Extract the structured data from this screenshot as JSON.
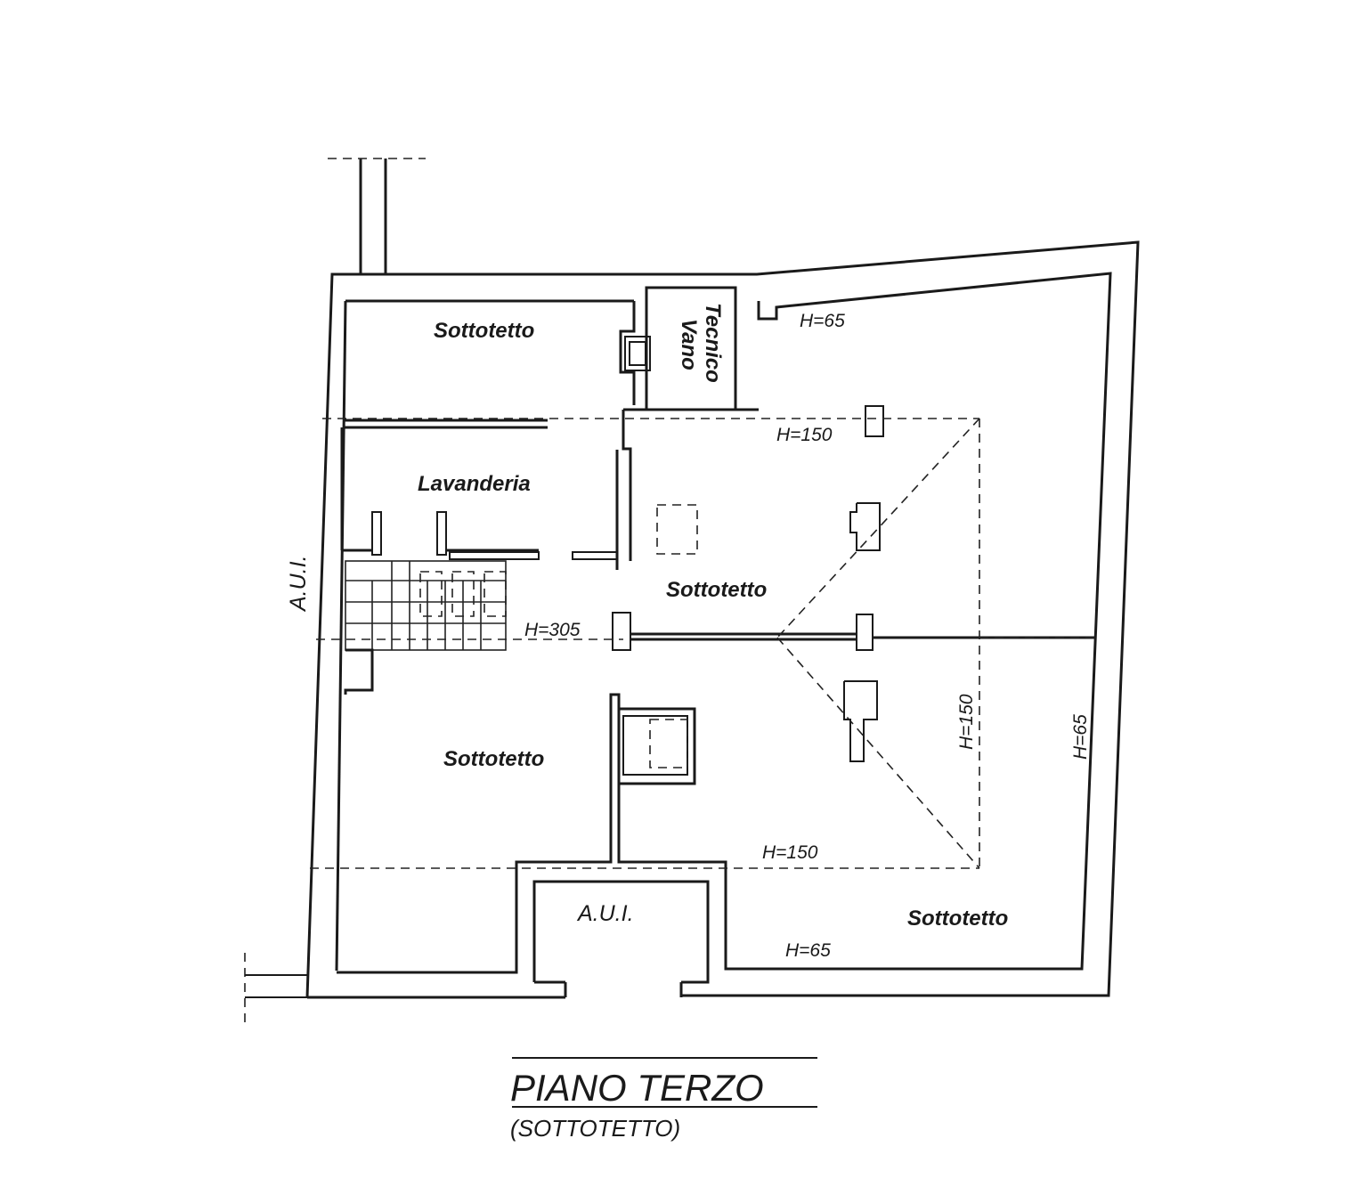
{
  "title": {
    "main": "PIANO TERZO",
    "sub": "(SOTTOTETTO)"
  },
  "rooms": {
    "sottotetto_top_left": "Sottotetto",
    "vano_line1": "Vano",
    "vano_line2": "Tecnico",
    "lavanderia": "Lavanderia",
    "sottotetto_center": "Sottotetto",
    "sottotetto_lower_left": "Sottotetto",
    "sottotetto_bottom_right": "Sottotetto",
    "aui_bottom": "A.U.I.",
    "aui_left": "A.U.I."
  },
  "heights": {
    "h65_top": "H=65",
    "h150_top": "H=150",
    "h305": "H=305",
    "h150_right": "H=150",
    "h65_right": "H=65",
    "h150_bottom": "H=150",
    "h65_bottom": "H=65"
  }
}
